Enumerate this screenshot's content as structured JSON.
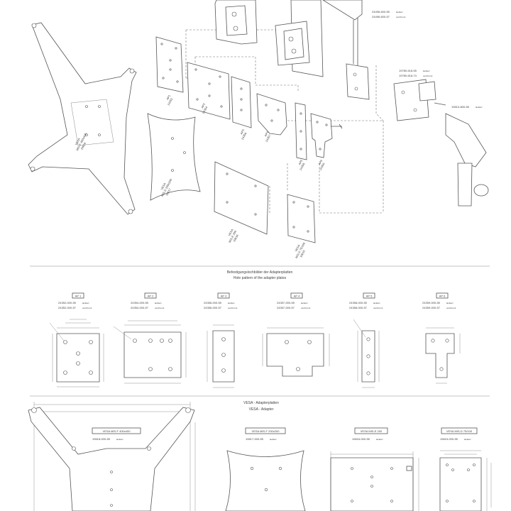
{
  "exploded_view": {
    "parts": [
      {
        "code": "24496-600-55",
        "note": "lackiert"
      },
      {
        "code": "24496-600-57",
        "note": "verchromt"
      },
      {
        "code": "19780-618-55",
        "note": "lackiert"
      },
      {
        "code": "19780-618-74",
        "note": "verchromt"
      },
      {
        "code": "19610-800-55",
        "note": "lackiert"
      }
    ],
    "plates": [
      {
        "label": "AP1",
        "code": "24352"
      },
      {
        "label": "AP2",
        "code": "24354"
      },
      {
        "label": "AP3",
        "code": "24356"
      },
      {
        "label": "AP4",
        "code": "24357"
      },
      {
        "label": "AP5",
        "code": "24358"
      },
      {
        "label": "AP6",
        "code": "24359"
      }
    ],
    "vesa": [
      {
        "line1": "VESA",
        "line2": "MIS-F 400x400",
        "line3": "19618"
      },
      {
        "line1": "VESA",
        "line2": "MIS-D 200x200",
        "line3": "19617"
      },
      {
        "line1": "VESA",
        "line2": "MIS-E 200",
        "line3": "19616"
      },
      {
        "line1": "VESA",
        "line2": "MIS-D 75/100",
        "line3": "19615"
      }
    ]
  },
  "section1": {
    "title_de": "Befestigungslochbilder der Adapterplatten",
    "title_en": "Hole pattern of the adapter plates",
    "plates": [
      {
        "label": "AP 1",
        "code1": "24352-000-55",
        "note1": "lackiert",
        "code2": "24352-000-57",
        "note2": "verchromt"
      },
      {
        "label": "AP 2",
        "code1": "24354-000-55",
        "note1": "lackiert",
        "code2": "24354-000-57",
        "note2": "verchromt"
      },
      {
        "label": "AP 3",
        "code1": "24356-000-55",
        "note1": "lackiert",
        "code2": "24356-000-57",
        "note2": "verchromt"
      },
      {
        "label": "AP 4",
        "code1": "24357-000-55",
        "note1": "lackiert",
        "code2": "24357-000-57",
        "note2": "verchromt"
      },
      {
        "label": "AP 5",
        "code1": "24358-000-55",
        "note1": "lackiert",
        "code2": "24358-000-57",
        "note2": "verchromt"
      },
      {
        "label": "AP 6",
        "code1": "24359-000-55",
        "note1": "lackiert",
        "code2": "24359-000-57",
        "note2": "verchromt"
      }
    ]
  },
  "section2": {
    "title_de": "VESA - Adapterplatten",
    "title_en": "VESA - Adapter",
    "adapters": [
      {
        "label": "VESA MIS-F 400x400",
        "code": "19618-000-55",
        "note": "lackiert"
      },
      {
        "label": "VESA MIS-F 200x200",
        "code": "19617-000-55",
        "note": "lackiert"
      },
      {
        "label": "VESA MIS-E 200",
        "code": "19616-000-55",
        "note": "lackiert"
      },
      {
        "label": "VESA MIS-D 75/100",
        "code": "19615-000-55",
        "note": "lackiert"
      }
    ]
  }
}
